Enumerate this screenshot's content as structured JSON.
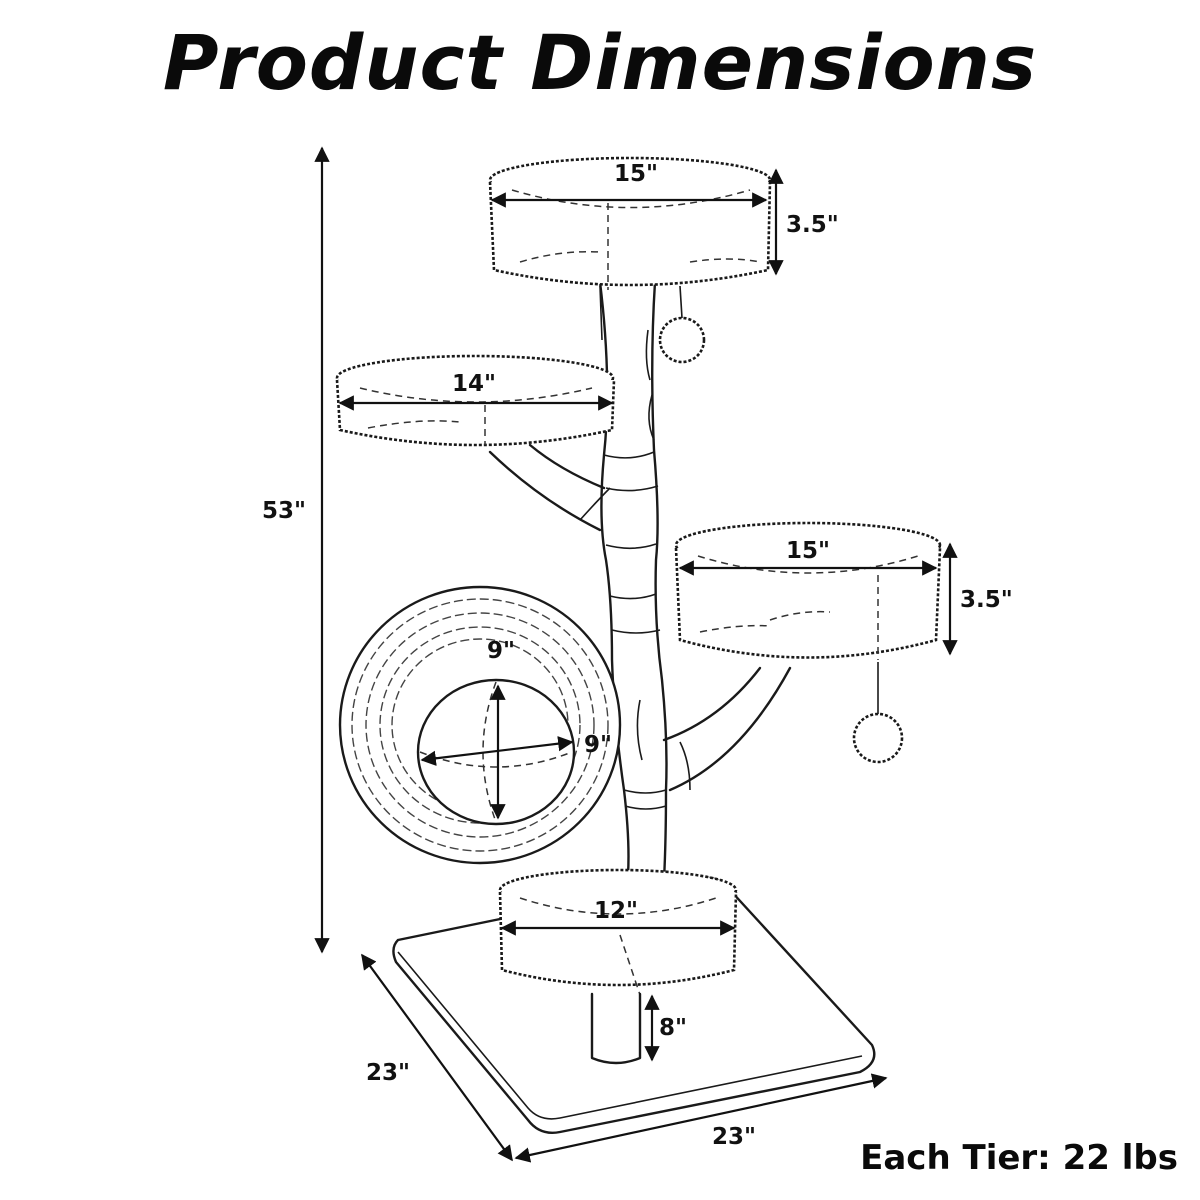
{
  "title": "Product Dimensions",
  "footer": "Each Tier: 22 lbs",
  "dimensions": {
    "total_height": "53\"",
    "top_perch_width": "15\"",
    "top_perch_height": "3.5\"",
    "left_perch_width": "14\"",
    "right_perch_width": "15\"",
    "right_perch_height": "3.5\"",
    "ring_inner_height": "9\"",
    "ring_inner_width": "9\"",
    "bottom_perch_width": "12\"",
    "bottom_post_height": "8\"",
    "base_depth": "23\"",
    "base_width": "23\""
  }
}
